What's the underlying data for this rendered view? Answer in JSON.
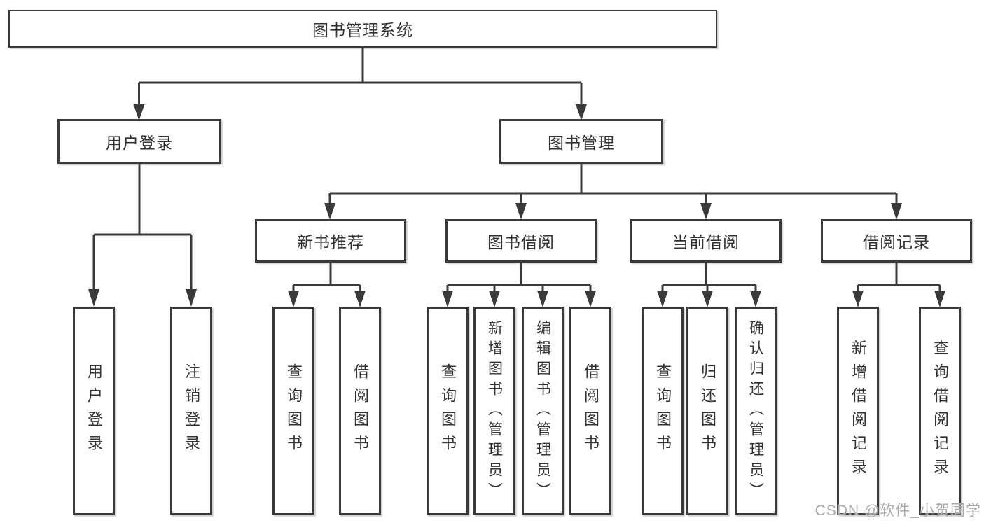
{
  "tree": {
    "root": {
      "label": "图书管理系统"
    },
    "branches": [
      {
        "label": "用户登录",
        "children": [
          "用户登录",
          "注销登录"
        ]
      },
      {
        "label": "图书管理",
        "sections": [
          {
            "label": "新书推荐",
            "children": [
              "查询图书",
              "借阅图书"
            ]
          },
          {
            "label": "图书借阅",
            "children": [
              "查询图书",
              "新增图书（管理员）",
              "编辑图书（管理员）",
              "借阅图书"
            ]
          },
          {
            "label": "当前借阅",
            "children": [
              "查询图书",
              "归还图书",
              "确认归还（管理员）"
            ]
          },
          {
            "label": "借阅记录",
            "children": [
              "新增借阅记录",
              "查询借阅记录"
            ]
          }
        ]
      }
    ]
  },
  "watermark": {
    "text": "CSDN @软件_小贺同学"
  },
  "colors": {
    "line": "#3a3a3a",
    "box_border": "#3a3a3a",
    "text": "#333333",
    "watermark": "#aaaaaa",
    "background": "#ffffff"
  }
}
